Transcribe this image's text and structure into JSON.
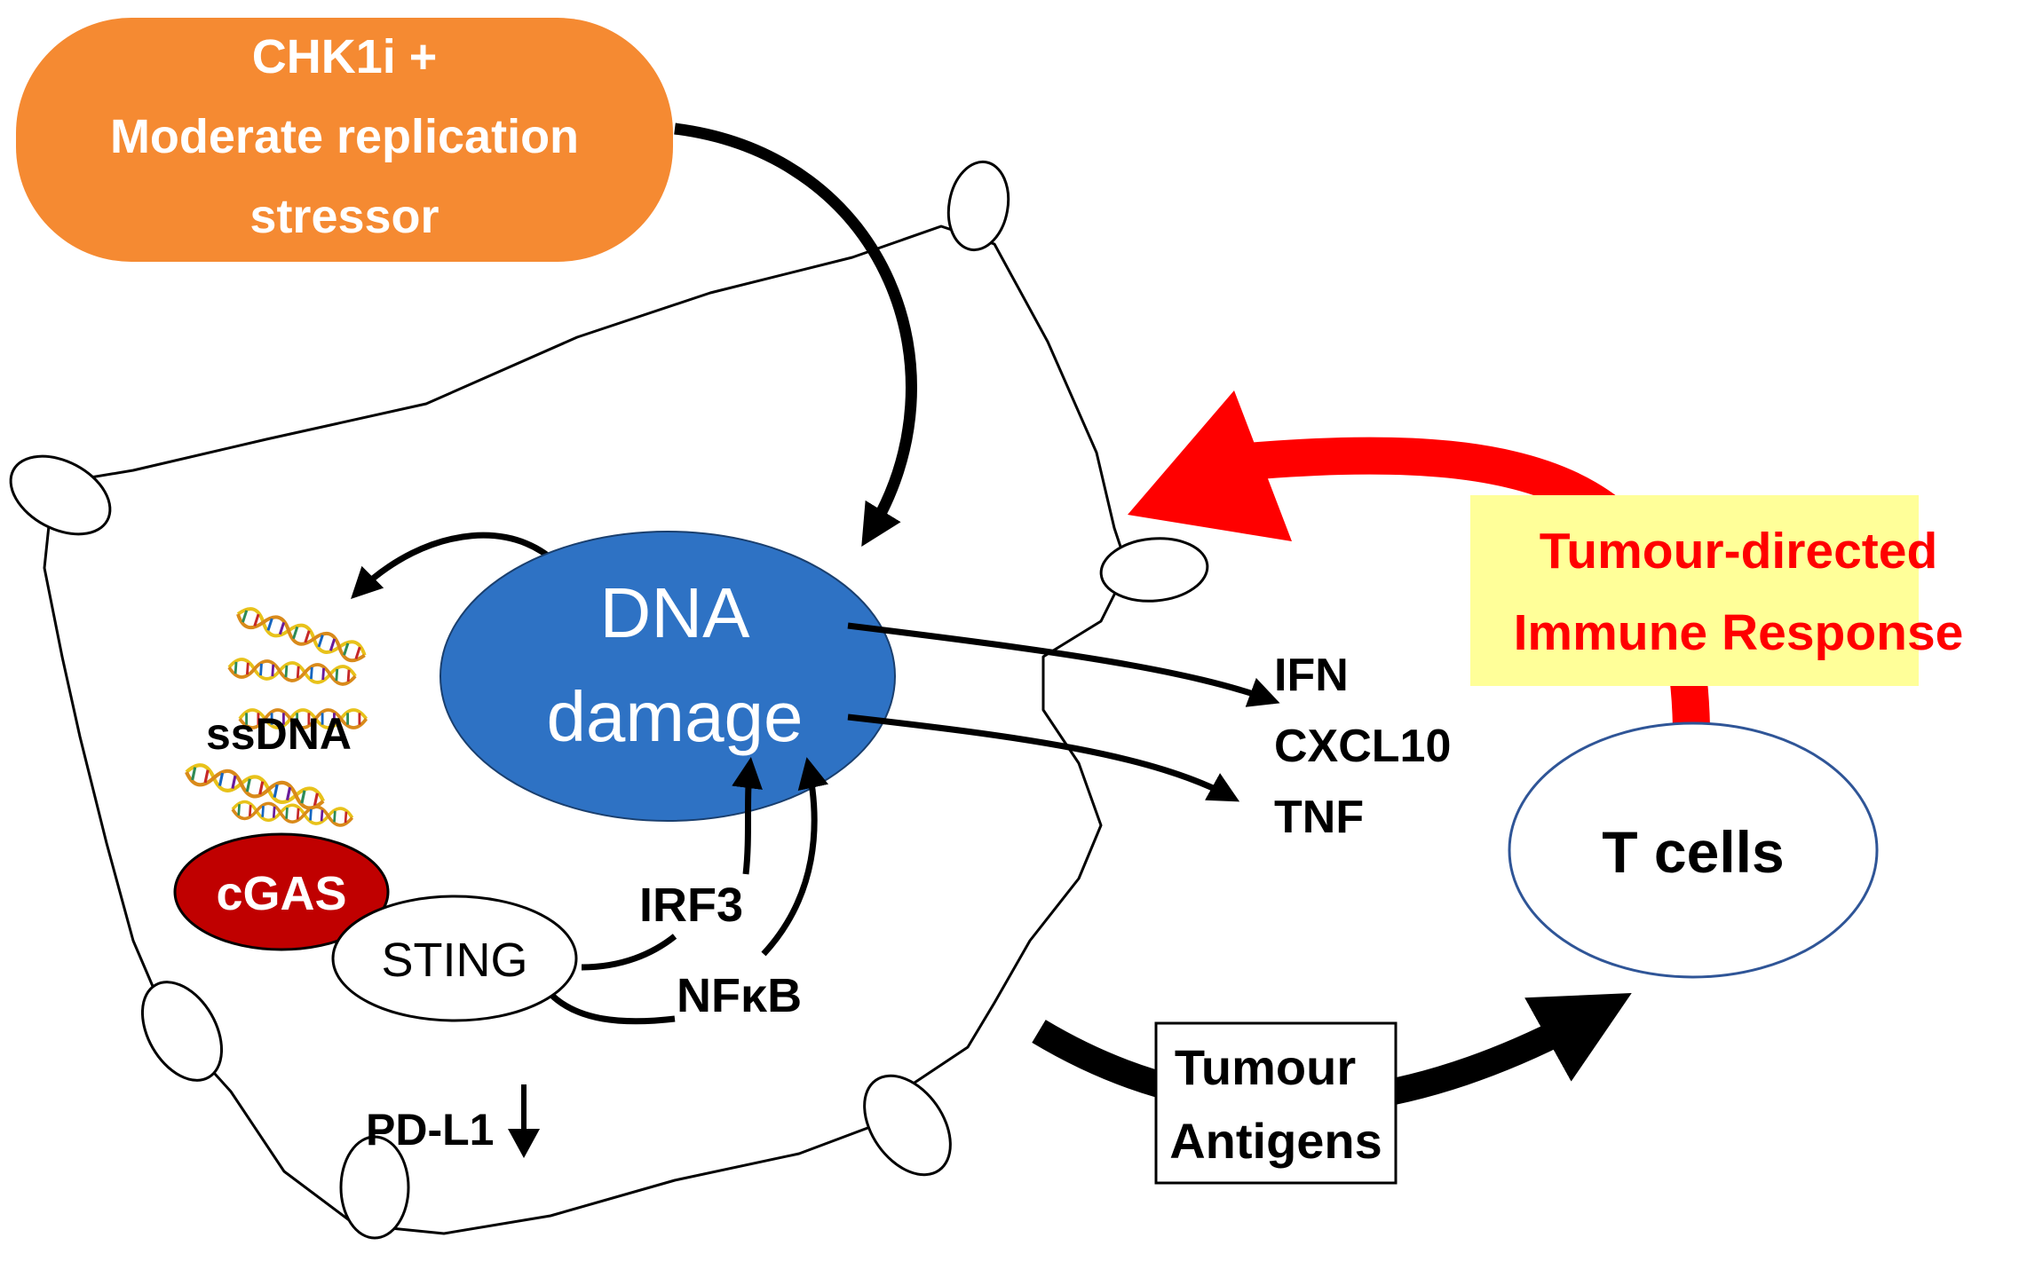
{
  "colors": {
    "orange": "#F58A32",
    "blue": "#2E72C4",
    "red": "#FF0000",
    "dark_red": "#C00000",
    "yellow": "#FFFF99",
    "tcell_stroke": "#2F5597",
    "black": "#000000",
    "white": "#FFFFFF"
  },
  "treatment": {
    "line1": "CHK1i +",
    "line2": "Moderate replication",
    "line3": "stressor"
  },
  "dna_damage": {
    "line1": "DNA",
    "line2": "damage"
  },
  "ssdna": {
    "label": "ssDNA"
  },
  "cgas": {
    "label": "cGAS"
  },
  "sting": {
    "label": "STING"
  },
  "irf3": {
    "label": "IRF3"
  },
  "nfkb": {
    "label": "NFκB"
  },
  "cytokines": {
    "ifn": "IFN",
    "cxcl10": "CXCL10",
    "tnf": "TNF"
  },
  "pdl1": {
    "label": "PD-L1"
  },
  "immune_response": {
    "line1": "Tumour-directed",
    "line2": "Immune Response"
  },
  "tcells": {
    "label": "T cells"
  },
  "antigens": {
    "line1": "Tumour",
    "line2": "Antigens"
  },
  "icons": [
    "dna-helix-icon",
    "down-arrow-icon",
    "arrowhead-icon"
  ]
}
